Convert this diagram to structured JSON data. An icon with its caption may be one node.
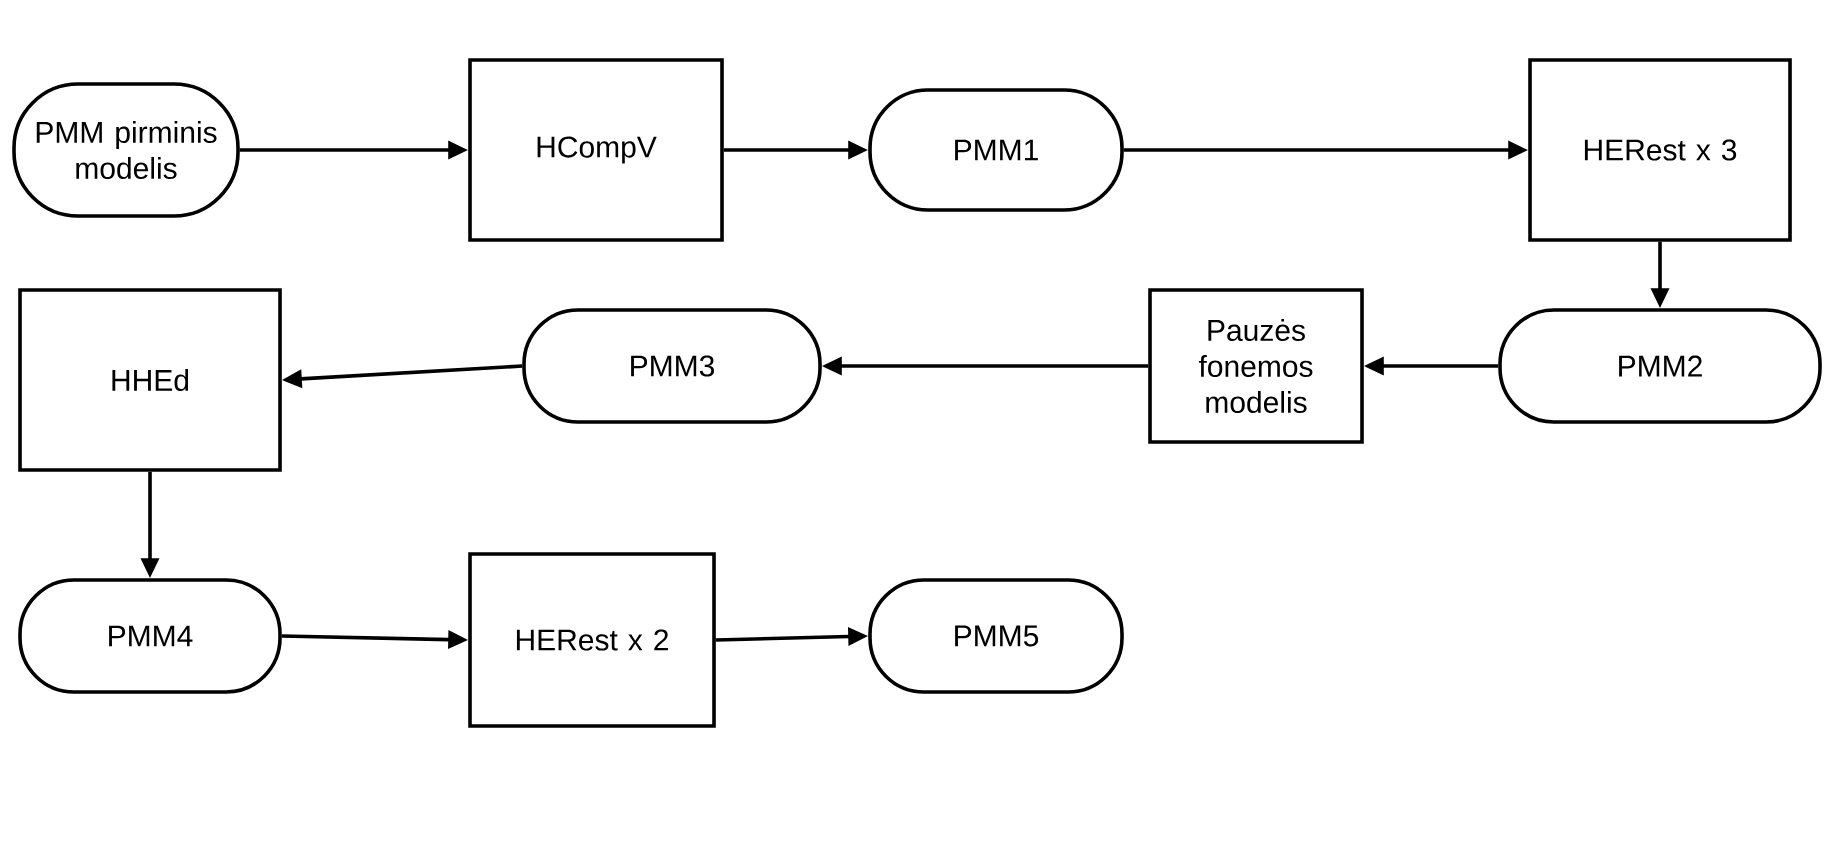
{
  "diagram": {
    "nodes": [
      {
        "text": [
          "PMM pirminis modelis"
        ]
      },
      {
        "text": [
          "HCompV"
        ]
      },
      {
        "text": [
          "PMM1"
        ]
      },
      {
        "text": [
          "HERest x 3"
        ]
      },
      {
        "text": [
          "PMM2"
        ]
      },
      {
        "text": [
          "Pauzės fonemos modelis"
        ]
      },
      {
        "text": [
          "PMM3"
        ]
      },
      {
        "text": [
          "HHEd"
        ]
      },
      {
        "text": [
          "PMM4"
        ]
      },
      {
        "text": [
          "HERest x 2"
        ]
      },
      {
        "text": [
          "PMM5"
        ]
      }
    ],
    "edges": [
      {
        "from": 0,
        "to": 1,
        "arrow": "to"
      },
      {
        "from": 1,
        "to": 2,
        "arrow": "to"
      },
      {
        "from": 2,
        "to": 3,
        "arrow": "to"
      },
      {
        "from": 3,
        "to": 4,
        "arrow": "to"
      },
      {
        "from": 4,
        "to": 5,
        "arrow": "to"
      },
      {
        "from": 5,
        "to": 6,
        "arrow": "to"
      },
      {
        "from": 6,
        "to": 7,
        "arrow": "to"
      },
      {
        "from": 7,
        "to": 8,
        "arrow": "to"
      },
      {
        "from": 8,
        "to": 9,
        "arrow": "to"
      },
      {
        "from": 9,
        "to": 10,
        "arrow": "to"
      }
    ]
  }
}
